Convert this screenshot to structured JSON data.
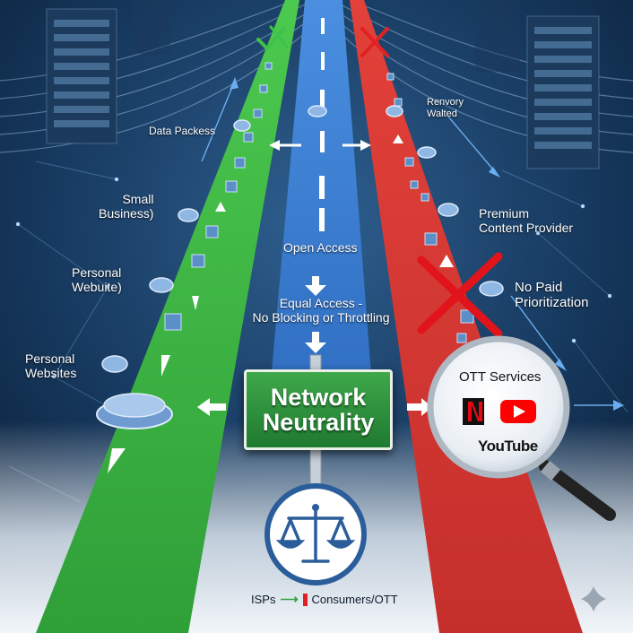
{
  "labels": {
    "data_packets": "Data Packess",
    "small_business": "Small\nBusiness)",
    "personal_webuite": "Personal\nWebuite)",
    "personal_websites": "Personal\nWebsites",
    "open_access": "Open Access",
    "equal_access": "Equal Access -\nNo Blocking or Throttling",
    "renvory_walted": "Renvory\nWalted",
    "premium_provider": "Premium\nContent Provider",
    "no_paid": "No Paid\nPrioritization"
  },
  "sign": {
    "line1": "Network",
    "line2": "Neutrality"
  },
  "magnifier": {
    "title": "OTT Services",
    "youtube_text": "YouTube"
  },
  "legend": {
    "isps": "ISPs",
    "consumers": "Consumers/OTT"
  },
  "icons": [
    "server-rack-icon",
    "check-icon",
    "x-mark-icon",
    "scales-of-justice-icon",
    "netflix-logo-icon",
    "youtube-play-icon",
    "magnifying-glass-icon",
    "sparkle-icon"
  ],
  "colors": {
    "green_lane": "#3aae3f",
    "blue_lane": "#3a7fd0",
    "red_lane": "#d43a36",
    "sign_green": "#2a8f3a",
    "background": "#0d2440"
  }
}
